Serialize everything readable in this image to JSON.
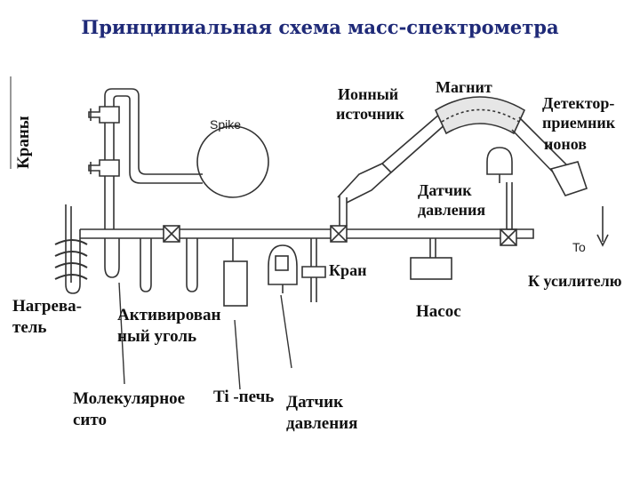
{
  "title": "Принципиальная схема масс-спектрометра",
  "labels": {
    "cranes": "Краны",
    "spike": "Spike",
    "ion_source_1": "Ионный",
    "ion_source_2": "источник",
    "magnet": "Магнит",
    "detector_1": "Детектор-",
    "detector_2": "приемник",
    "detector_3": "ионов",
    "pressure_top_1": "Датчик",
    "pressure_top_2": "давления",
    "tap": "Кран",
    "to_amplifier": "К усилителю",
    "to": "To",
    "heater_1": "Нагрева-",
    "heater_2": "тель",
    "charcoal_1": "Активирован",
    "charcoal_2": "ный уголь",
    "pump": "Насос",
    "sieve_1": "Молекулярное",
    "sieve_2": "сито",
    "ti_oven": "Ti -печь",
    "pressure_bottom_1": "Датчик",
    "pressure_bottom_2": "давления"
  }
}
